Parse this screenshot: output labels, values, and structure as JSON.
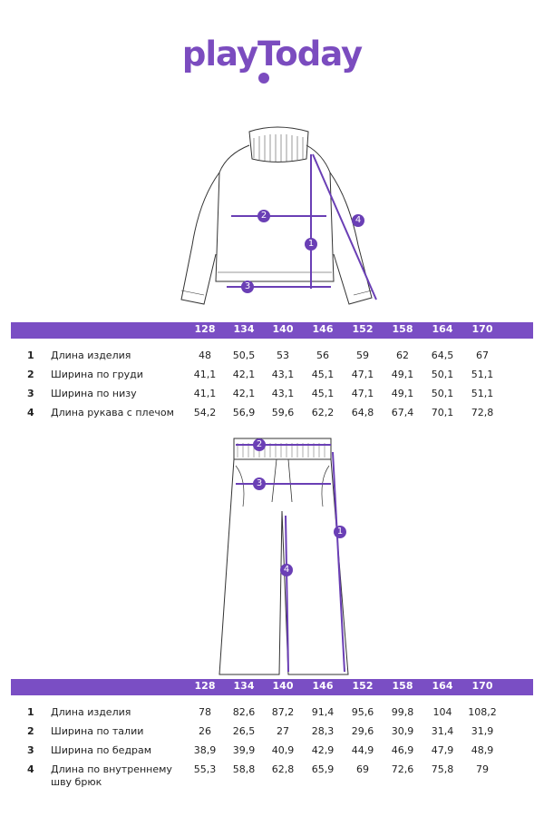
{
  "brand": {
    "logo_text": "playToday",
    "color": "#7b4cbf"
  },
  "sizes": [
    "128",
    "134",
    "140",
    "146",
    "152",
    "158",
    "164",
    "170"
  ],
  "top_table": {
    "rows": [
      {
        "num": "1",
        "label": "Длина изделия",
        "values": [
          "48",
          "50,5",
          "53",
          "56",
          "59",
          "62",
          "64,5",
          "67"
        ]
      },
      {
        "num": "2",
        "label": "Ширина по груди",
        "values": [
          "41,1",
          "42,1",
          "43,1",
          "45,1",
          "47,1",
          "49,1",
          "50,1",
          "51,1"
        ]
      },
      {
        "num": "3",
        "label": "Ширина по низу",
        "values": [
          "41,1",
          "42,1",
          "43,1",
          "45,1",
          "47,1",
          "49,1",
          "50,1",
          "51,1"
        ]
      },
      {
        "num": "4",
        "label": "Длина рукава с плечом",
        "values": [
          "54,2",
          "56,9",
          "59,6",
          "62,2",
          "64,8",
          "67,4",
          "70,1",
          "72,8"
        ]
      }
    ]
  },
  "bottom_table": {
    "rows": [
      {
        "num": "1",
        "label": "Длина изделия",
        "values": [
          "78",
          "82,6",
          "87,2",
          "91,4",
          "95,6",
          "99,8",
          "104",
          "108,2"
        ]
      },
      {
        "num": "2",
        "label": "Ширина по талии",
        "values": [
          "26",
          "26,5",
          "27",
          "28,3",
          "29,6",
          "30,9",
          "31,4",
          "31,9"
        ]
      },
      {
        "num": "3",
        "label": "Ширина по бедрам",
        "values": [
          "38,9",
          "39,9",
          "40,9",
          "42,9",
          "44,9",
          "46,9",
          "47,9",
          "48,9"
        ]
      },
      {
        "num": "4",
        "label": "Длина по внутреннему шву брюк",
        "values": [
          "55,3",
          "58,8",
          "62,8",
          "65,9",
          "69",
          "72,6",
          "75,8",
          "79"
        ]
      }
    ]
  },
  "sweater_markers": [
    "1",
    "2",
    "3",
    "4"
  ],
  "pants_markers": [
    "1",
    "2",
    "3",
    "4"
  ],
  "accent_color": "#6a3fb5"
}
